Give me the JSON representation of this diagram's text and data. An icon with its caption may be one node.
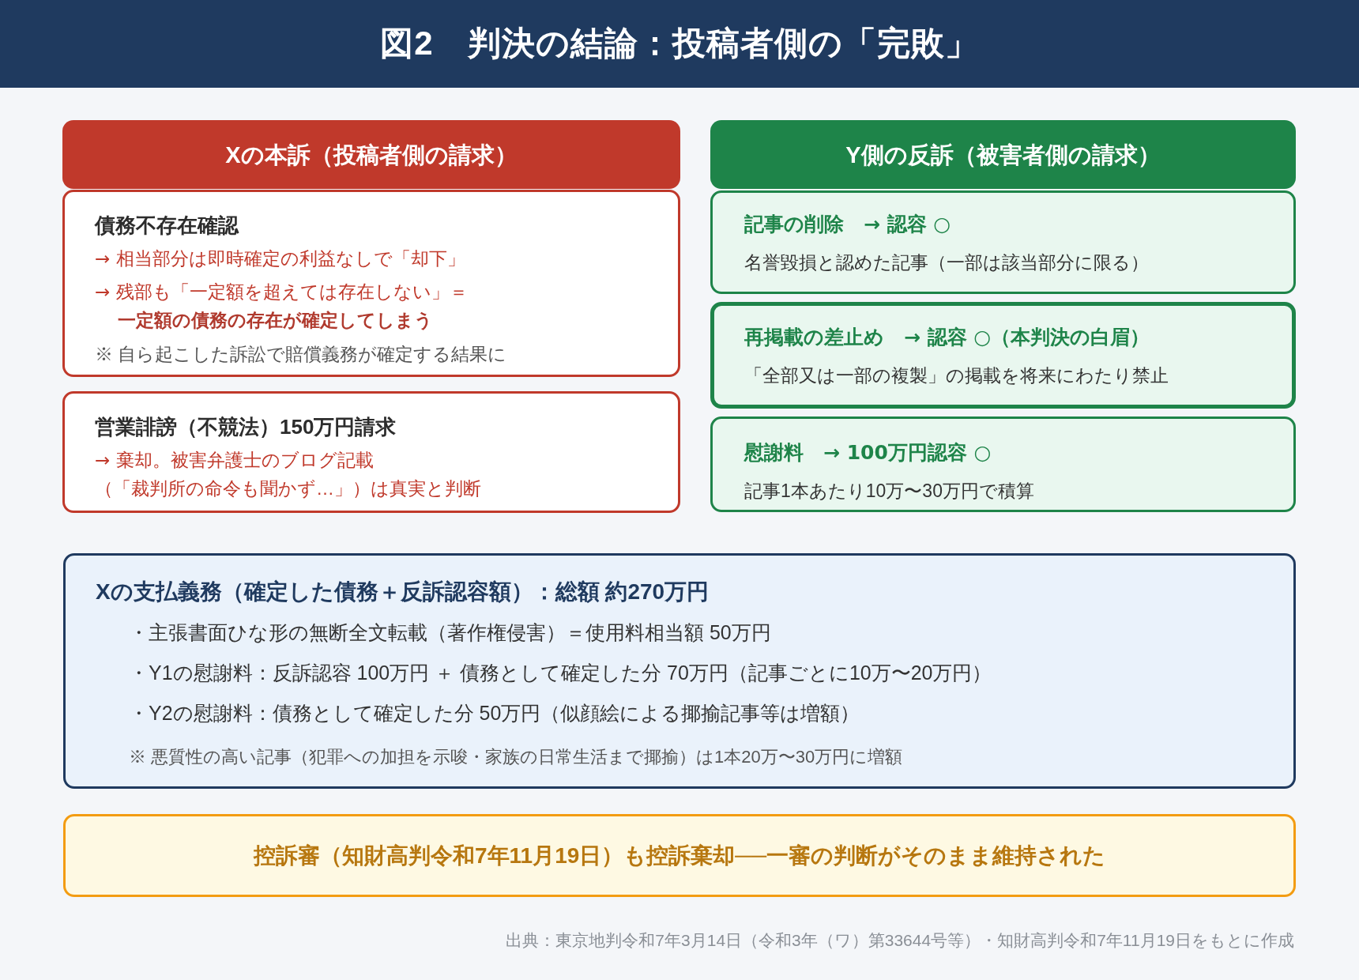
{
  "diagram": {
    "title": "図2　判決の結論：投稿者側の「完敗」",
    "nodes": [
      {
        "text": [
          "Xの本訴（投稿者側の請求）"
        ]
      },
      {
        "text": [
          "債務不存在確認",
          "→ 相当部分は即時確定の利益なしで「却下」",
          "→ 残部も「一定額を超えては存在しない」＝",
          "一定額の債務の存在が確定してしまう",
          "※ 自ら起こした訴訟で賠償義務が確定する結果に"
        ]
      },
      {
        "text": [
          "営業誹謗（不競法）150万円請求",
          "→ 棄却。被害弁護士のブログ記載",
          "（「裁判所の命令も聞かず…」）は真実と判断"
        ]
      },
      {
        "text": [
          "Y側の反訴（被害者側の請求）"
        ]
      },
      {
        "text": [
          "記事の削除　→ 認容 ○",
          "名誉毀損と認めた記事（一部は該当部分に限る）"
        ]
      },
      {
        "text": [
          "再掲載の差止め　→ 認容 ○（本判決の白眉）",
          "「全部又は一部の複製」の掲載を将来にわたり禁止"
        ]
      },
      {
        "text": [
          "慰謝料　→ 100万円認容 ○",
          "記事1本あたり10万〜30万円で積算"
        ]
      },
      {
        "text": [
          "Xの支払義務（確定した債務＋反訴認容額）：総額 約270万円",
          "・主張書面ひな形の無断全文転載（著作権侵害）＝使用料相当額 50万円",
          "・Y1の慰謝料：反訴認容 100万円 ＋ 債務として確定した分 70万円（記事ごとに10万〜20万円）",
          "・Y2の慰謝料：債務として確定した分 50万円（似顔絵による揶揄記事等は増額）",
          "※ 悪質性の高い記事（犯罪への加担を示唆・家族の日常生活まで揶揄）は1本20万〜30万円に増額"
        ]
      },
      {
        "text": [
          "控訴審（知財高判令和7年11月19日）も控訴棄却──一審の判断がそのまま維持された"
        ]
      }
    ],
    "labels": [
      "出典：東京地判令和7年3月14日（令和3年（ワ）第33644号等）・知財高判令和7年11月19日をもとに作成"
    ]
  }
}
